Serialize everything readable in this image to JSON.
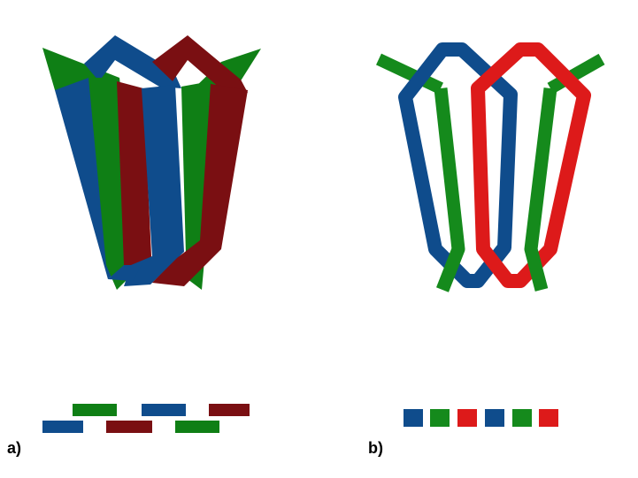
{
  "colors": {
    "blue_a": "#0f4c8c",
    "green_a": "#0f7f15",
    "red_a": "#7a0f12",
    "blue_b": "#0f4c8c",
    "green_b": "#158a1c",
    "red_b": "#dd1a1a"
  },
  "panels": [
    {
      "label": "a)",
      "description_shape": "packed-helical-bundle",
      "key_rows": [
        [
          "green",
          "blue",
          "red"
        ],
        [
          "blue",
          "red",
          "green"
        ]
      ]
    },
    {
      "label": "b)",
      "description_shape": "open-helical-bundle",
      "key_row": [
        "blue",
        "green",
        "red",
        "blue",
        "green",
        "red"
      ]
    }
  ]
}
